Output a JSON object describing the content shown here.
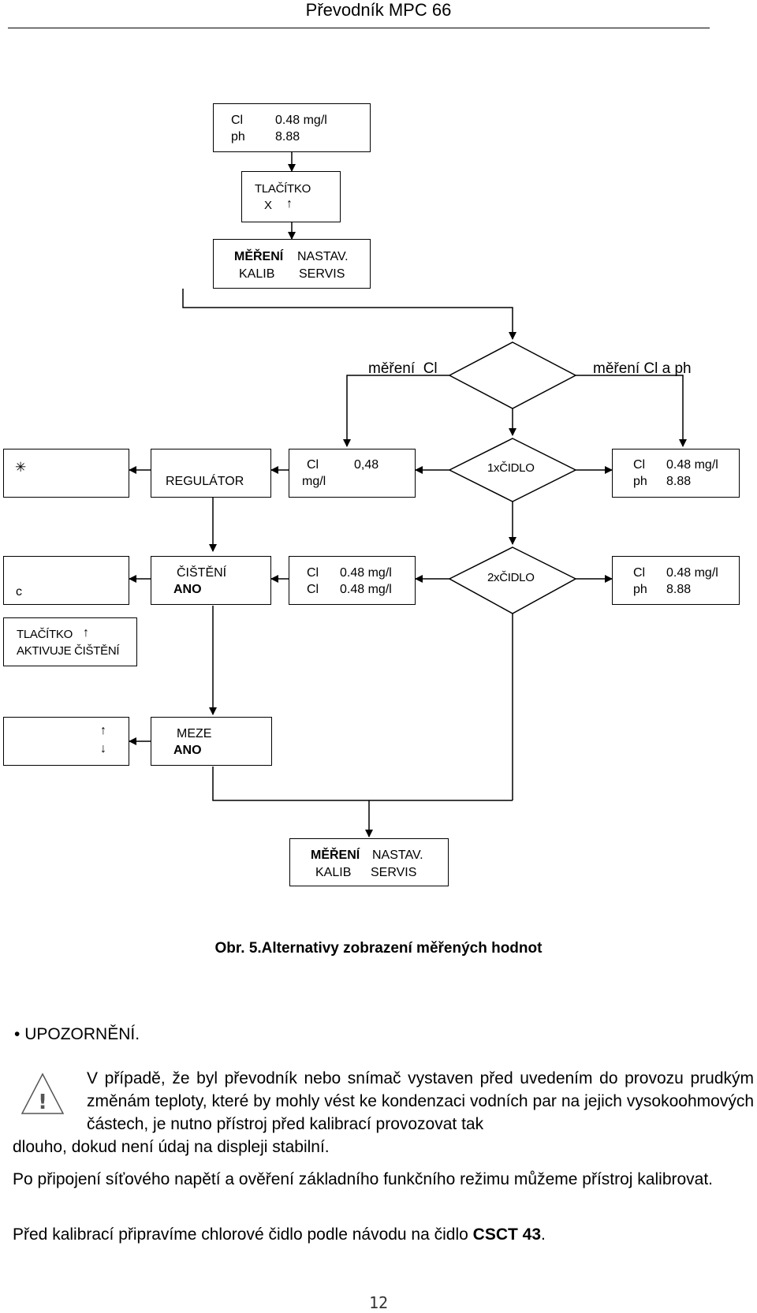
{
  "header": {
    "title": "Převodník MPC 66"
  },
  "flowchart": {
    "top_display": {
      "r1a": "Cl",
      "r1b": "0.48 mg/l",
      "r2a": "ph",
      "r2b": "8.88"
    },
    "button_box": {
      "line1": "TLAČÍTKO",
      "line2": "X"
    },
    "menu1": {
      "a": "MĚŘENÍ",
      "b": "NASTAV.",
      "c": "KALIB",
      "d": "SERVIS"
    },
    "decision_labels": {
      "left": "měření  Cl",
      "right": "měření Cl a ph"
    },
    "row1": {
      "asterisk_box": "✳",
      "regulator": "REGULÁTOR",
      "cl_box": {
        "a": "Cl",
        "b": "0,48",
        "c": "mg/l"
      },
      "diamond": "1xČIDLO",
      "right_box": {
        "r1a": "Cl",
        "r1b": "0.48 mg/l",
        "r2a": "ph",
        "r2b": "8.88"
      }
    },
    "row2": {
      "c_box": "c",
      "cleaning": {
        "a": "ČIŠTĚNÍ",
        "b": "ANO"
      },
      "cl_box": {
        "r1a": "Cl",
        "r1b": "0.48 mg/l",
        "r2a": "Cl",
        "r2b": "0.48 mg/l"
      },
      "diamond": "2xČIDLO",
      "right_box": {
        "r1a": "Cl",
        "r1b": "0.48 mg/l",
        "r2a": "ph",
        "r2b": "8.88"
      }
    },
    "activate_box": {
      "line1": "TLAČÍTKO",
      "line2": "AKTIVUJE ČIŠTĚNÍ"
    },
    "limits": {
      "a": "MEZE",
      "b": "ANO"
    },
    "menu2": {
      "a": "MĚŘENÍ",
      "b": "NASTAV.",
      "c": "KALIB",
      "d": "SERVIS"
    }
  },
  "caption": "Obr. 5.Alternativy zobrazení měřených hodnot",
  "warning_title": "UPOZORNĚNÍ.",
  "warning_text_1": "V případě, že byl převodník nebo snímač vystaven před uvedením do provozu prudkým změnám teploty, které by mohly vést ke kondenzaci vodních par na jejich vysokoohmových částech, je nutno přístroj před kalibrací provozovat tak",
  "warning_text_2": "dlouho, dokud není údaj na displeji stabilní.",
  "paragraph_2": "Po připojení síťového napětí a ověření základního funkčního režimu můžeme přístroj kalibrovat.",
  "paragraph_3_prefix": "Před kalibrací připravíme chlorové čidlo podle návodu na čidlo ",
  "paragraph_3_bold": "CSCT 43",
  "paragraph_3_suffix": ".",
  "page_number": "12"
}
